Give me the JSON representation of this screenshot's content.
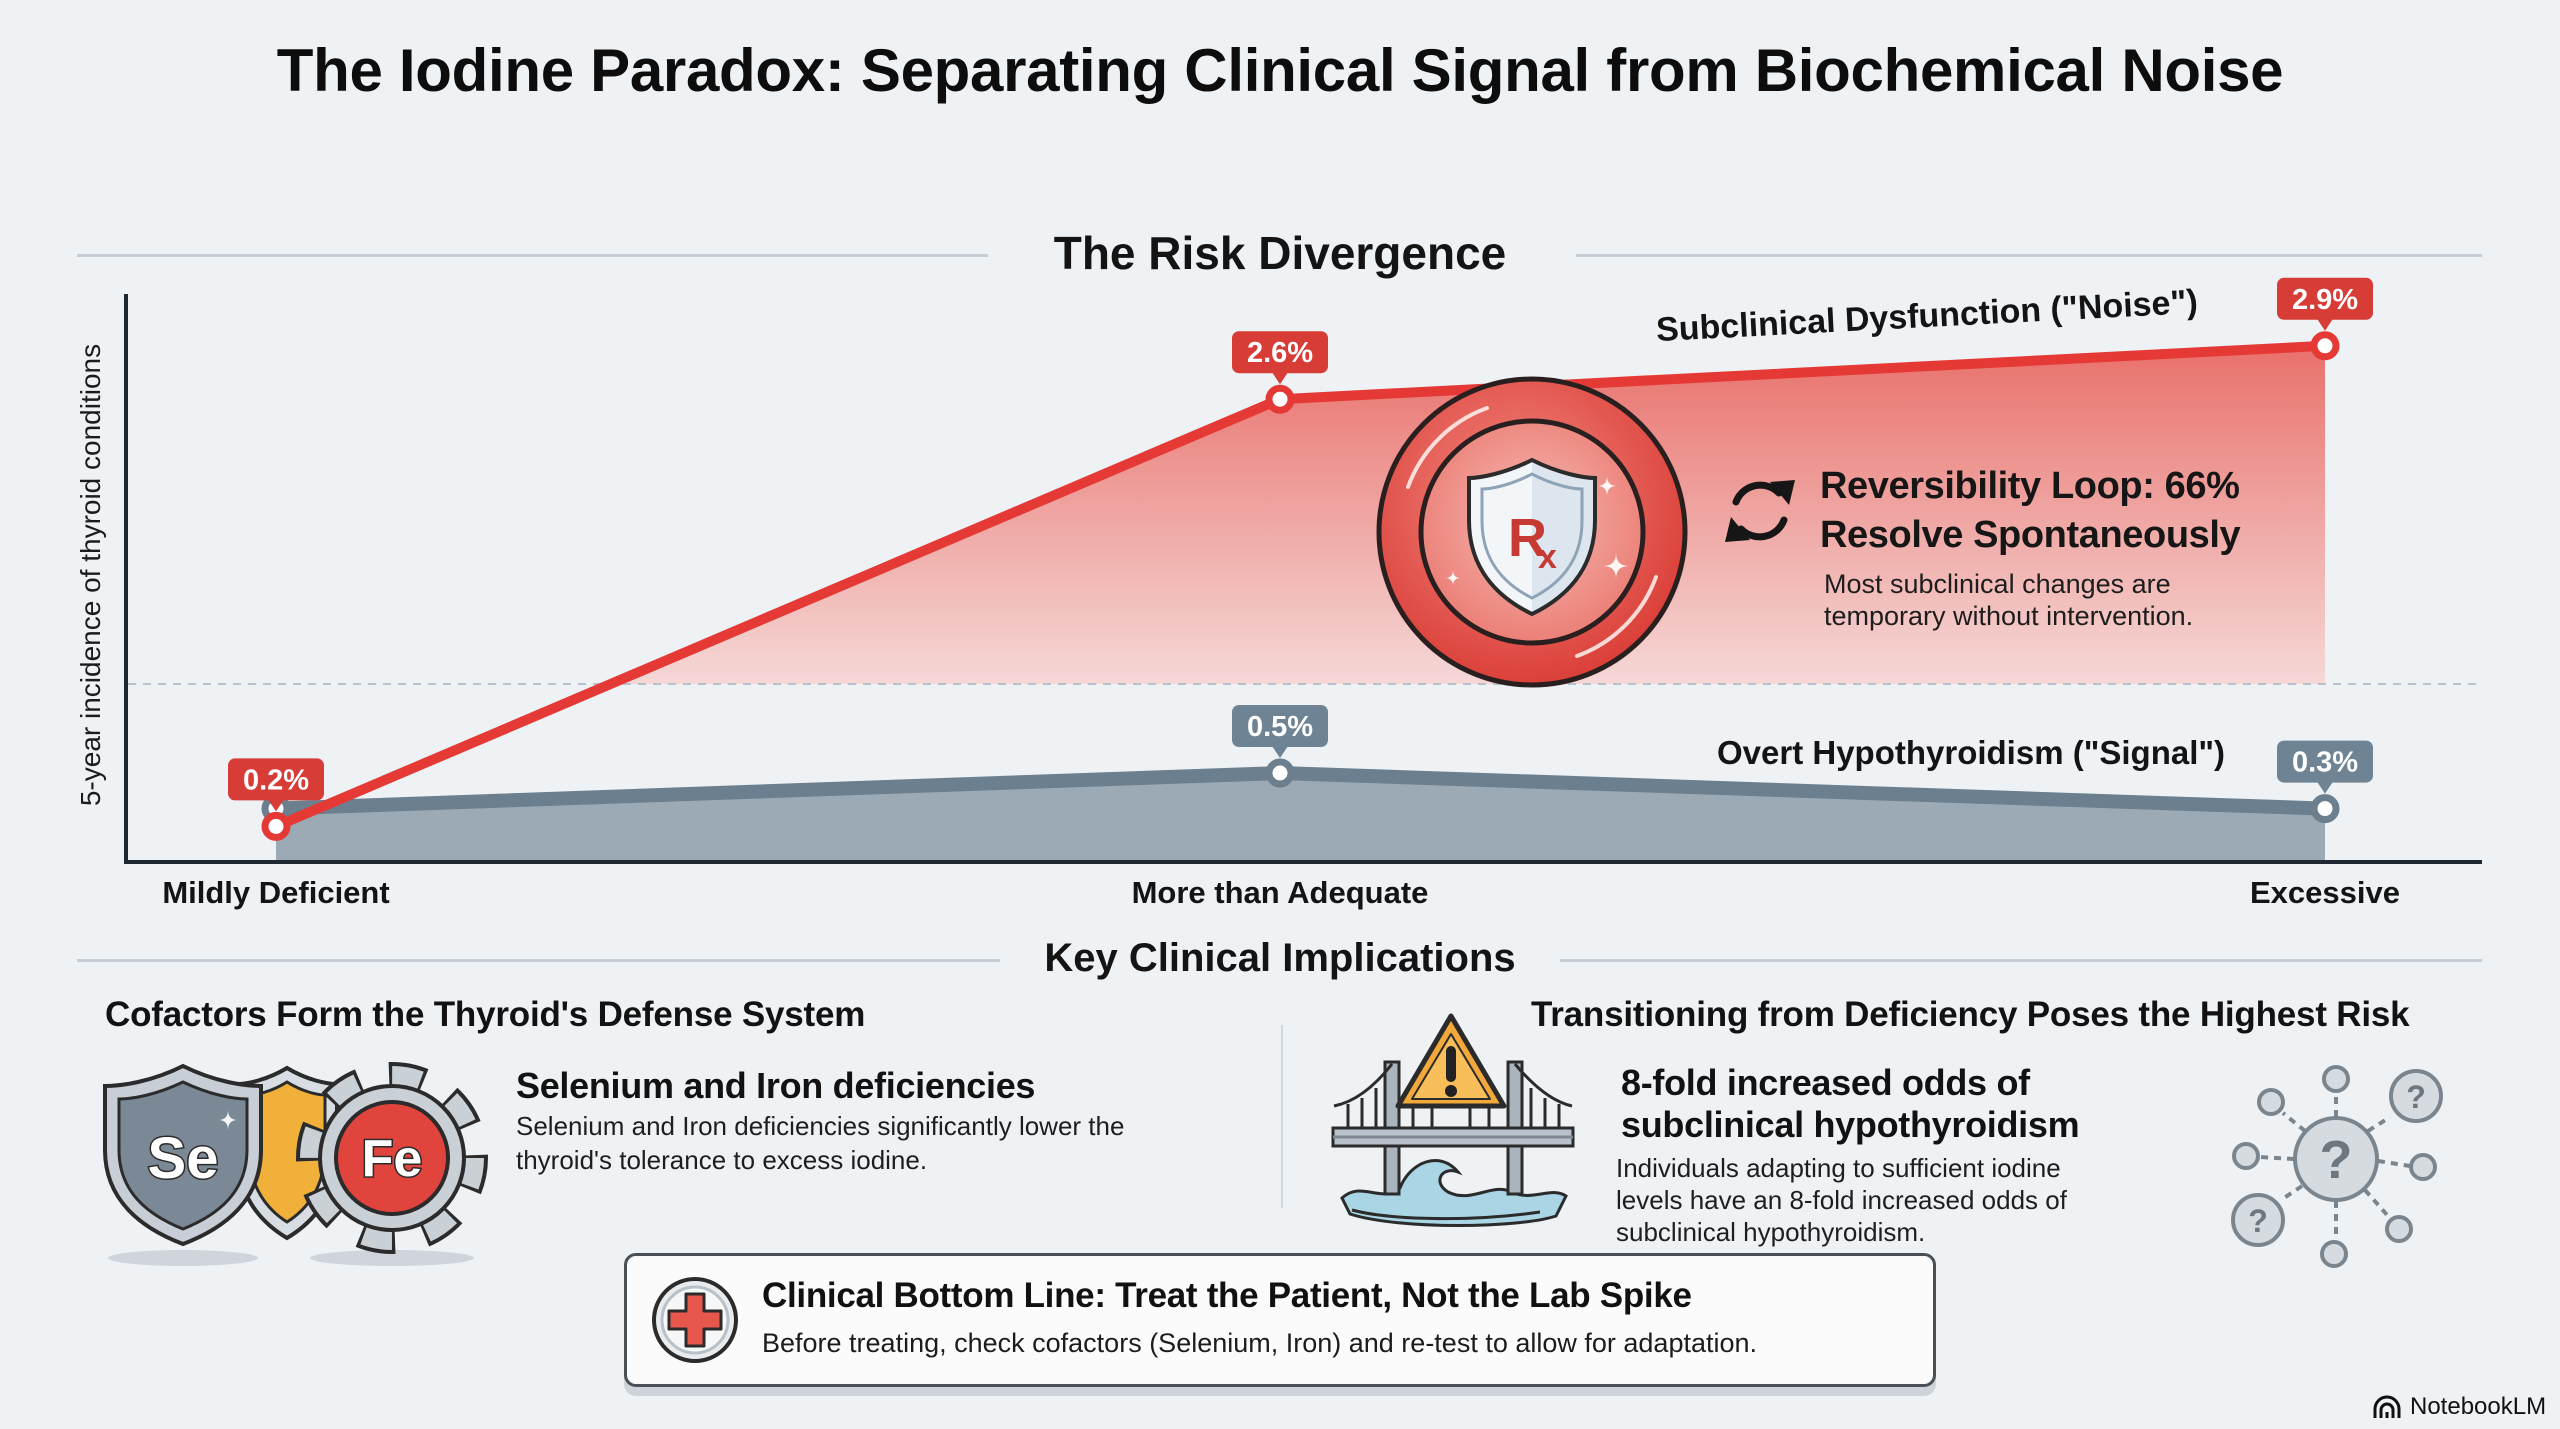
{
  "page": {
    "title": "The Iodine Paradox: Separating Clinical Signal from Biochemical Noise"
  },
  "colors": {
    "background": "#eef2f5",
    "noise_line": "#e53935",
    "noise_badge": "#d83c37",
    "noise_fill_top": "#e8645e",
    "noise_fill_bottom": "#f6d7d5",
    "signal_line": "#6b7f8e",
    "signal_badge": "#6e8494",
    "signal_fill": "#9caab5",
    "axis": "#1f2830"
  },
  "chart_section": {
    "heading": "The Risk Divergence"
  },
  "chart_data": {
    "type": "area",
    "title": "The Risk Divergence",
    "xlabel": "",
    "ylabel": "5-year incidence of thyroid conditions",
    "categories": [
      "Mildly Deficient",
      "More than Adequate",
      "Excessive"
    ],
    "ylim": [
      0,
      3.2
    ],
    "y_unit": "%",
    "grid": false,
    "gridlines": [
      1.0
    ],
    "legend": "inline",
    "series": [
      {
        "name": "Subclinical Dysfunction (\"Noise\")",
        "values": [
          0.2,
          2.6,
          2.9
        ],
        "labels": [
          "0.2%",
          "2.6%",
          "2.9%"
        ]
      },
      {
        "name": "Overt Hypothyroidism (\"Signal\")",
        "values": [
          0.3,
          0.5,
          0.3
        ],
        "labels": [
          null,
          "0.5%",
          "0.3%"
        ]
      }
    ],
    "annotations": [
      {
        "icon": "refresh-cycle-icon",
        "title_lines": [
          "Reversibility Loop: 66%",
          "Resolve Spontaneously"
        ],
        "body_lines": [
          "Most subclinical changes are",
          "temporary without intervention."
        ],
        "value_percent": 66
      }
    ],
    "badge_icon": "rx-shield-icon"
  },
  "implications": {
    "heading": "Key Clinical Implications",
    "left": {
      "heading": "Cofactors Form the Thyroid's Defense System",
      "icon": "selenium-iron-shield-gear-icon",
      "icon_labels": [
        "Se",
        "Fe"
      ],
      "subheading": "Selenium and Iron deficiencies",
      "body_lines": [
        "Selenium and Iron deficiencies significantly lower the",
        "thyroid's tolerance to excess iodine."
      ]
    },
    "right": {
      "heading": "Transitioning from Deficiency Poses the Highest Risk",
      "icon": "bridge-warning-icon",
      "subheading_lines": [
        "8-fold increased odds of",
        "subclinical hypothyroidism"
      ],
      "body_lines": [
        "Individuals adapting to sufficient iodine",
        "levels have an 8-fold increased odds of",
        "subclinical hypothyroidism."
      ],
      "side_icon": "question-network-icon"
    }
  },
  "bottom_line": {
    "icon": "medical-cross-icon",
    "title": "Clinical Bottom Line: Treat the Patient, Not the Lab Spike",
    "body": "Before treating, check cofactors (Selenium, Iron) and re-test to allow for adaptation."
  },
  "footer": {
    "brand": "NotebookLM"
  }
}
